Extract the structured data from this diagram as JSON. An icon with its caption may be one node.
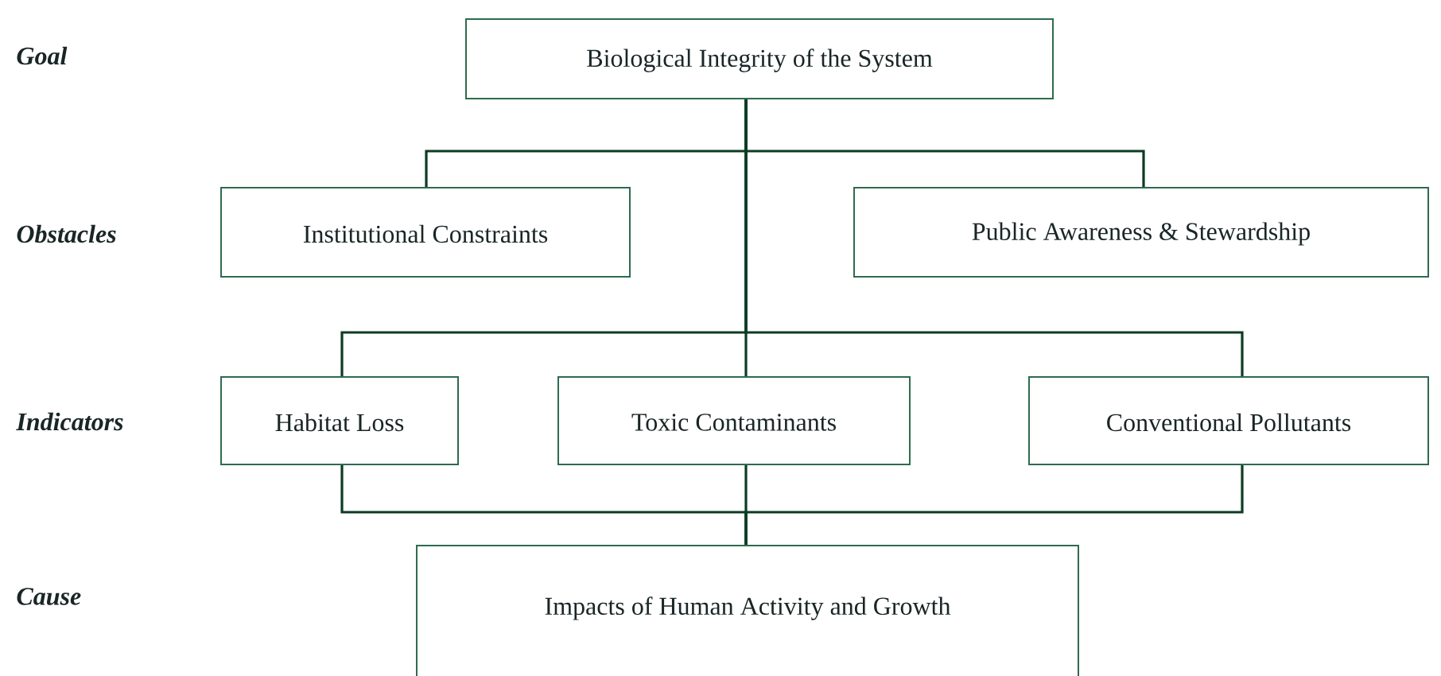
{
  "diagram": {
    "nodes": [
      {
        "text": [
          "Biological Integrity of the System"
        ]
      },
      {
        "text": [
          "Institutional Constraints"
        ]
      },
      {
        "text": [
          "Public Awareness & Stewardship"
        ]
      },
      {
        "text": [
          "Habitat Loss"
        ]
      },
      {
        "text": [
          "Toxic Contaminants"
        ]
      },
      {
        "text": [
          "Conventional Pollutants"
        ]
      },
      {
        "text": [
          "Impacts of Human Activity and Growth"
        ]
      }
    ],
    "edges": [
      {
        "from": 0,
        "to": 1,
        "arrow": "none"
      },
      {
        "from": 0,
        "to": 2,
        "arrow": "none"
      },
      {
        "from": 0,
        "to": 3,
        "arrow": "none"
      },
      {
        "from": 0,
        "to": 4,
        "arrow": "none"
      },
      {
        "from": 0,
        "to": 5,
        "arrow": "none"
      },
      {
        "from": 3,
        "to": 6,
        "arrow": "none"
      },
      {
        "from": 4,
        "to": 6,
        "arrow": "none"
      },
      {
        "from": 5,
        "to": 6,
        "arrow": "none"
      }
    ],
    "labels": [
      "Goal",
      "Obstacles",
      "Indicators",
      "Cause"
    ]
  }
}
